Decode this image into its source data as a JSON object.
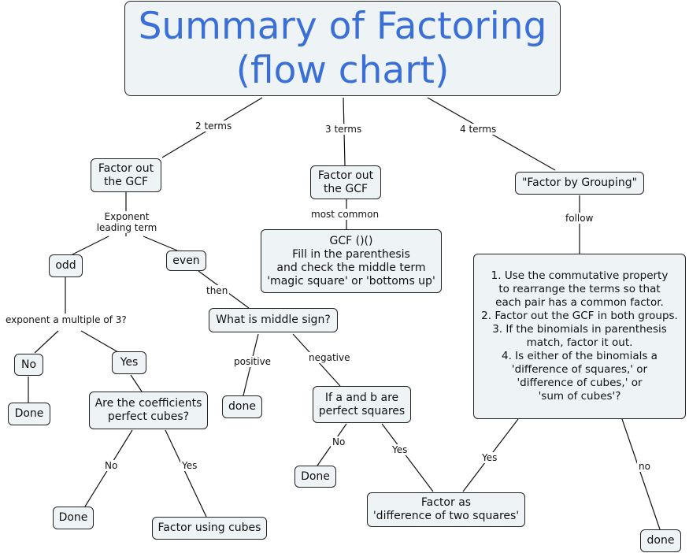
{
  "title": "Summary of Factoring\n(flow chart)",
  "nodes": {
    "gcf2": "Factor out\nthe GCF",
    "gcf3": "Factor out\nthe GCF",
    "grouping": "\"Factor by Grouping\"",
    "odd": "odd",
    "even": "even",
    "gcf_fill": "GCF ()()\nFill in the parenthesis\nand check the middle term\n'magic square' or 'bottoms up'",
    "grouping_steps": "1. Use the commutative property\nto rearrange the terms so that\neach pair has a common factor.\n2. Factor out the GCF in both groups.\n3. If the binomials in parenthesis\nmatch, factor it out.\n4. Is either of the binomials a\n'difference of squares,' or\n'difference of cubes,' or\n'sum of cubes'?",
    "middle_sign": "What is middle sign?",
    "no1": "No",
    "yes1": "Yes",
    "done1": "Done",
    "coeff_cubes": "Are the coefficients\nperfect cubes?",
    "done_pos": "done",
    "ab_squares": "If a and b are\nperfect squares",
    "done2": "Done",
    "done3": "Done",
    "factor_cubes": "Factor using cubes",
    "diff_squares": "Factor as\n'difference of two squares'",
    "done_no": "done"
  },
  "labels": {
    "two_terms": "2 terms",
    "three_terms": "3 terms",
    "four_terms": "4 terms",
    "exponent": "Exponent\nleading term",
    "most_common": "most common",
    "follow": "follow",
    "then": "then",
    "multiple3": "exponent a multiple of 3?",
    "positive": "positive",
    "negative": "negative",
    "no_a": "No",
    "yes_a": "Yes",
    "no_b": "No",
    "yes_b": "Yes",
    "yes_c": "Yes",
    "no_c": "no"
  }
}
